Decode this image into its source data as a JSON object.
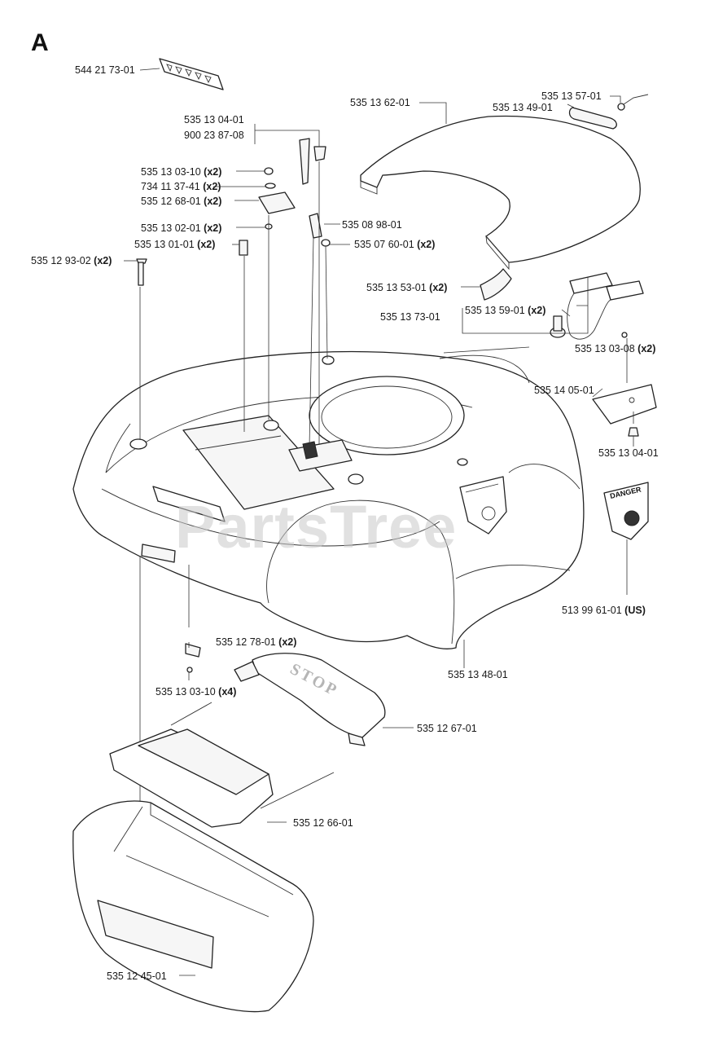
{
  "section_letter": "A",
  "watermark": "PartsTree",
  "stop_label": "STOP",
  "danger_label": "DANGER",
  "labels": [
    {
      "id": "p1",
      "number": "544 21 73-01",
      "qty": ""
    },
    {
      "id": "p2",
      "number": "535 13 04-01",
      "qty": ""
    },
    {
      "id": "p3",
      "number": "900 23 87-08",
      "qty": ""
    },
    {
      "id": "p4",
      "number": "535 13 03-10",
      "qty": "(x2)"
    },
    {
      "id": "p5",
      "number": "734 11 37-41",
      "qty": "(x2)"
    },
    {
      "id": "p6",
      "number": "535 12 68-01",
      "qty": "(x2)"
    },
    {
      "id": "p7",
      "number": "535 13 02-01",
      "qty": "(x2)"
    },
    {
      "id": "p8",
      "number": "535 13 01-01",
      "qty": "(x2)"
    },
    {
      "id": "p9",
      "number": "535 12 93-02",
      "qty": "(x2)"
    },
    {
      "id": "p10",
      "number": "535 08 98-01",
      "qty": ""
    },
    {
      "id": "p11",
      "number": "535 07 60-01",
      "qty": "(x2)"
    },
    {
      "id": "p12",
      "number": "535 13 62-01",
      "qty": ""
    },
    {
      "id": "p13",
      "number": "535 13 57-01",
      "qty": ""
    },
    {
      "id": "p14",
      "number": "535 13 49-01",
      "qty": ""
    },
    {
      "id": "p15",
      "number": "535 13 53-01",
      "qty": "(x2)"
    },
    {
      "id": "p16",
      "number": "535 13 59-01",
      "qty": "(x2)"
    },
    {
      "id": "p17",
      "number": "535 13 73-01",
      "qty": ""
    },
    {
      "id": "p18",
      "number": "535 13 03-08",
      "qty": "(x2)"
    },
    {
      "id": "p19",
      "number": "535 14 05-01",
      "qty": ""
    },
    {
      "id": "p20",
      "number": "535 13 04-01",
      "qty": ""
    },
    {
      "id": "p21",
      "number": "513 99 61-01",
      "qty": "(US)"
    },
    {
      "id": "p22",
      "number": "535 13 48-01",
      "qty": ""
    },
    {
      "id": "p23",
      "number": "535 12 78-01",
      "qty": "(x2)"
    },
    {
      "id": "p24",
      "number": "535 13 03-10",
      "qty": "(x4)"
    },
    {
      "id": "p25",
      "number": "535 12 67-01",
      "qty": ""
    },
    {
      "id": "p26",
      "number": "535 12 66-01",
      "qty": ""
    },
    {
      "id": "p27",
      "number": "535 12 45-01",
      "qty": ""
    }
  ]
}
